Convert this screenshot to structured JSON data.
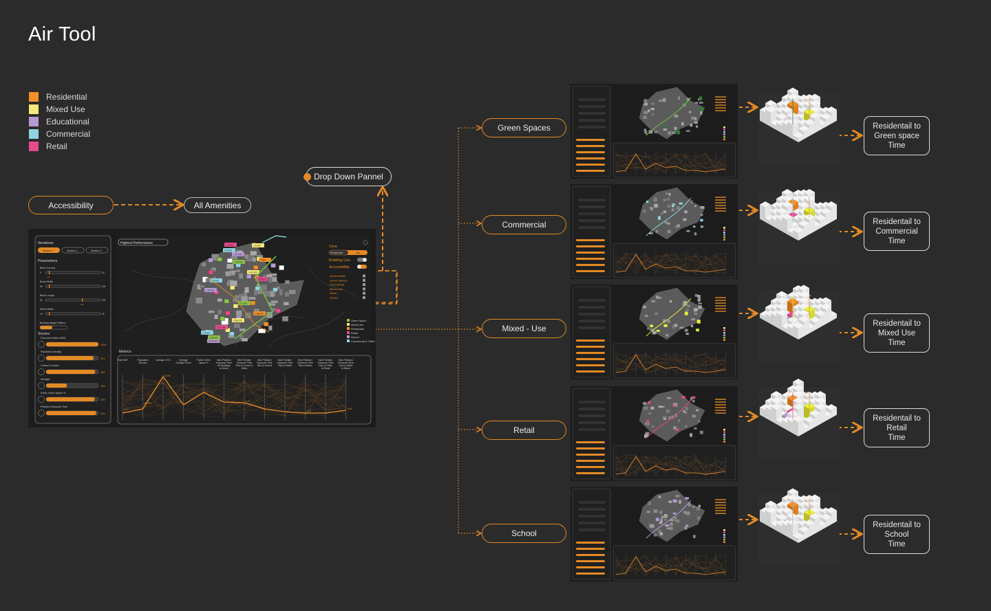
{
  "title": "Air Tool",
  "legend": [
    {
      "label": "Residential",
      "color": "#f0902a"
    },
    {
      "label": "Mixed Use",
      "color": "#f3ea7a"
    },
    {
      "label": "Educational",
      "color": "#b69ad3"
    },
    {
      "label": "Commercial",
      "color": "#8fd3e0"
    },
    {
      "label": "Retail",
      "color": "#e74a8d"
    }
  ],
  "flow": {
    "accessibility": "Accessibility",
    "all_amenities": "All  Amenities",
    "drop_down": "Drop Down Pannel"
  },
  "dashboard": {
    "iterations_label": "Iterations",
    "iteration_tabs": [
      "Iteration 1",
      "Iteration 2",
      "Iteration 3"
    ],
    "parameters_label": "Parameters",
    "parameters": [
      {
        "label": "Block Corners",
        "min": "0",
        "max": "20",
        "value": "10"
      },
      {
        "label": "Block Width",
        "min": "90",
        "max": "120",
        "value": ""
      },
      {
        "label": "Block Length",
        "min": "90",
        "max": "120",
        "value": "110"
      },
      {
        "label": "Street Width",
        "min": "15",
        "max": "25",
        "value": ""
      },
      {
        "label": "Building Height Pattern",
        "min": "",
        "max": "",
        "value": ""
      }
    ],
    "scores_label": "Scores",
    "scores": [
      {
        "label": "Floor Area Ratio (FAR)",
        "value": "100%",
        "fill": 1.0
      },
      {
        "label": "Population Density",
        "value": "91%",
        "fill": 0.91
      },
      {
        "label": "Outdoor Comfort",
        "value": "94%",
        "fill": 0.94
      },
      {
        "label": "Sunlight",
        "value": "40%",
        "fill": 0.4
      },
      {
        "label": "Public Green Space %",
        "value": "93%",
        "fill": 0.93
      },
      {
        "label": "Pollution Exposure Time",
        "value": "96%",
        "fill": 0.96
      }
    ],
    "highest_performance": "Highest Performance",
    "view_label": "View",
    "view_options": [
      "Perspective",
      "Top"
    ],
    "building_use_label": "Building Use",
    "accessibility_label": "Accessibility",
    "dropdown_items": [
      "All Amenities",
      "Green Spaces",
      "Commercial",
      "Mixed Use",
      "Retail",
      "School"
    ],
    "map_legend": [
      {
        "label": "Green Space",
        "color": "#8bc34a"
      },
      {
        "label": "Mixed Use",
        "color": "#f3ea7a"
      },
      {
        "label": "Residential",
        "color": "#f0902a"
      },
      {
        "label": "Retail",
        "color": "#e74a8d"
      },
      {
        "label": "School",
        "color": "#b69ad3"
      },
      {
        "label": "Commercial & Office",
        "color": "#8fd3e0"
      }
    ],
    "map_tags": [
      "1.5 min",
      "3.9 min",
      "2.9 min",
      "1.27 min",
      "1.18 min",
      "5 min",
      "1.41 min",
      "1.25 min",
      "2.3 min",
      "1.43 min",
      "3.1 min",
      "1.38 min",
      "0.66 min",
      "2.11 min",
      "1.5 min",
      "5.14 min",
      "1.36 min"
    ],
    "metrics_label": "Metrics",
    "metric_columns": [
      "Total FAR",
      "Population Density",
      "Average UTCI",
      "Average Sunlight Hours",
      "Public Green Space %",
      "Max Pollution Exposure Time All Buildings to Green",
      "Max Pollution Exposure Time Res to Comm & Office",
      "Max Pollution Exposure Time Res to School",
      "Max Pollution Exposure Time Res to Retail",
      "Max Pollution Exposure Time Res to Mixed",
      "Max Pollution Exposure Time Com & Office to Retail",
      "Max Pollution Exposure Time Com & Office to Mixed"
    ],
    "metric_values": [
      "4.12",
      "50,369",
      "25.93",
      "",
      "2.7",
      "",
      "4.73",
      "",
      "",
      "4.40",
      "",
      "6.95"
    ]
  },
  "categories": [
    {
      "label": "Green Spaces",
      "result": [
        "Residentail to",
        "Green space",
        "Time"
      ],
      "accent": "#2e7d32"
    },
    {
      "label": "Commercial",
      "result": [
        "Residentail to",
        "Commercial",
        "Time"
      ],
      "accent": "#8fd3e0"
    },
    {
      "label": "Mixed - Use",
      "result": [
        "Residentail to",
        "Mixed Use",
        "Time"
      ],
      "accent": "#e4ea3a"
    },
    {
      "label": "Retail",
      "result": [
        "Residentail to",
        "Retail",
        "Time"
      ],
      "accent": "#e74a8d"
    },
    {
      "label": "School",
      "result": [
        "Residentail to",
        "School",
        "Time"
      ],
      "accent": "#b69ad3"
    }
  ]
}
